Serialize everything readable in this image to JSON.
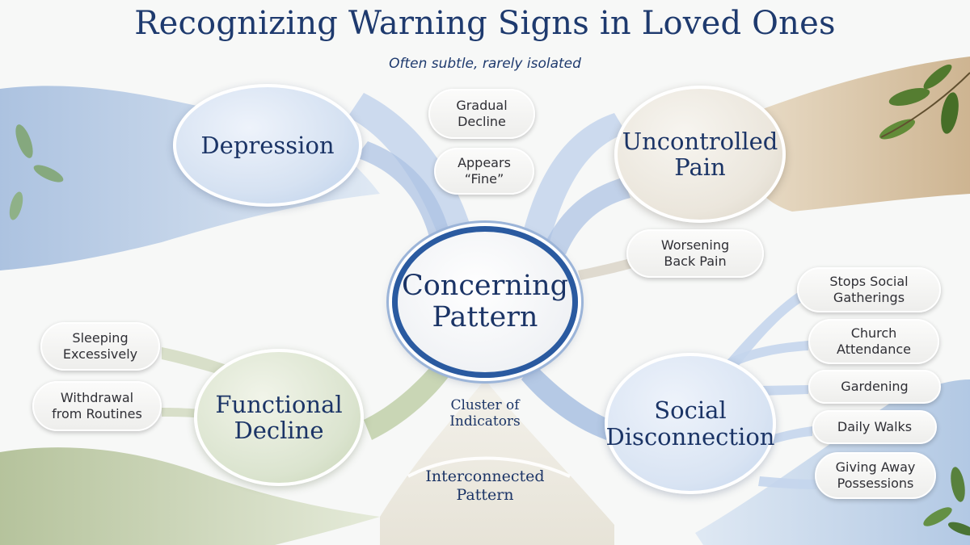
{
  "header": {
    "title": "Recognizing Warning Signs in Loved Ones",
    "subtitle": "Often subtle, rarely isolated"
  },
  "center": {
    "label": "Concerning\nPattern"
  },
  "nodes": {
    "depression": "Depression",
    "pain": "Uncontrolled\nPain",
    "functional": "Functional\nDecline",
    "social": "Social\nDisconnection"
  },
  "depression_signs": [
    "Gradual\nDecline",
    "Appears\n“Fine”"
  ],
  "pain_signs": [
    "Worsening\nBack Pain"
  ],
  "functional_signs": [
    "Sleeping\nExcessively",
    "Withdrawal\nfrom Routines"
  ],
  "social_signs": [
    "Stops Social\nGatherings",
    "Church\nAttendance",
    "Gardening",
    "Daily Walks",
    "Giving Away\nPossessions"
  ],
  "bottom_labels": [
    "Cluster of\nIndicators",
    "Interconnected\nPattern"
  ],
  "colors": {
    "title": "#1e3a6e",
    "ring": "#2a5aa0",
    "blue_ribbon": "#b7cbe6",
    "green_ribbon": "#c3d1ad",
    "sand": "#d8c3a3"
  }
}
